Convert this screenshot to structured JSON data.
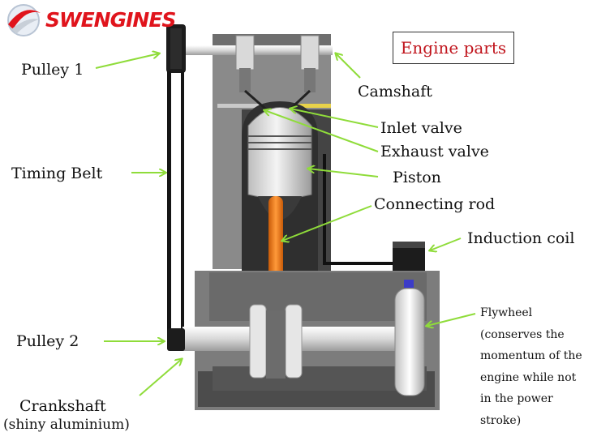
{
  "logo": {
    "text": "SWENGINES",
    "color": "#e0141c"
  },
  "title": "Engine parts",
  "labels": {
    "pulley1": "Pulley 1",
    "camshaft": "Camshaft",
    "inlet_valve": "Inlet valve",
    "exhaust_valve": "Exhaust valve",
    "timing_belt": "Timing Belt",
    "piston": "Piston",
    "connecting_rod": "Connecting rod",
    "induction_coil": "Induction coil",
    "pulley2": "Pulley 2",
    "flywheel": [
      "Flywheel",
      "(conserves the",
      "momentum of the",
      "engine while not",
      "in the power",
      "stroke)"
    ],
    "crankshaft": "Crankshaft",
    "crankshaft_note": "(shiny aluminium)"
  },
  "colors": {
    "arrow": "#8fdc3a",
    "title": "#c0141c",
    "rod": "#f07818"
  },
  "icons": {
    "logo_mark": "swoosh-globe-icon"
  }
}
